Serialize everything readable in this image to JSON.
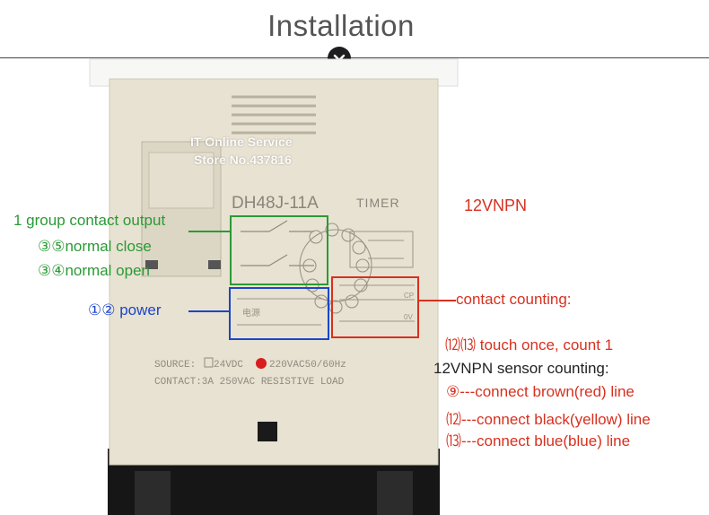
{
  "header": {
    "title": "Installation"
  },
  "watermark": {
    "line1": "IT Online Service",
    "line2": "Store No.437816"
  },
  "device": {
    "model": "DH48J-11A",
    "type": "TIMER",
    "source_line": "SOURCE:",
    "source_24": "24VDC",
    "source_220": "220VAC50/60Hz",
    "contact_line": "CONTACT:3A   250VAC RESISTIVE LOAD",
    "power_cn": "电源"
  },
  "annotations": {
    "sensor_type": "12VNPN",
    "contact_output": "1 group contact output",
    "normal_close": "③⑤normal close",
    "normal_open": "③④normal open",
    "power": "①② power",
    "contact_counting": "contact counting:",
    "touch_once": "⑿⒀ touch once, count 1",
    "sensor_counting": "12VNPN sensor counting:",
    "line9": "⑨---connect brown(red) line",
    "line10": "⑿---connect black(yellow) line",
    "line11": "⒀---connect blue(blue) line"
  },
  "colors": {
    "green": "#2a9a35",
    "blue": "#1d45c8",
    "red": "#d8301f",
    "device_body": "#e8e2d2"
  }
}
